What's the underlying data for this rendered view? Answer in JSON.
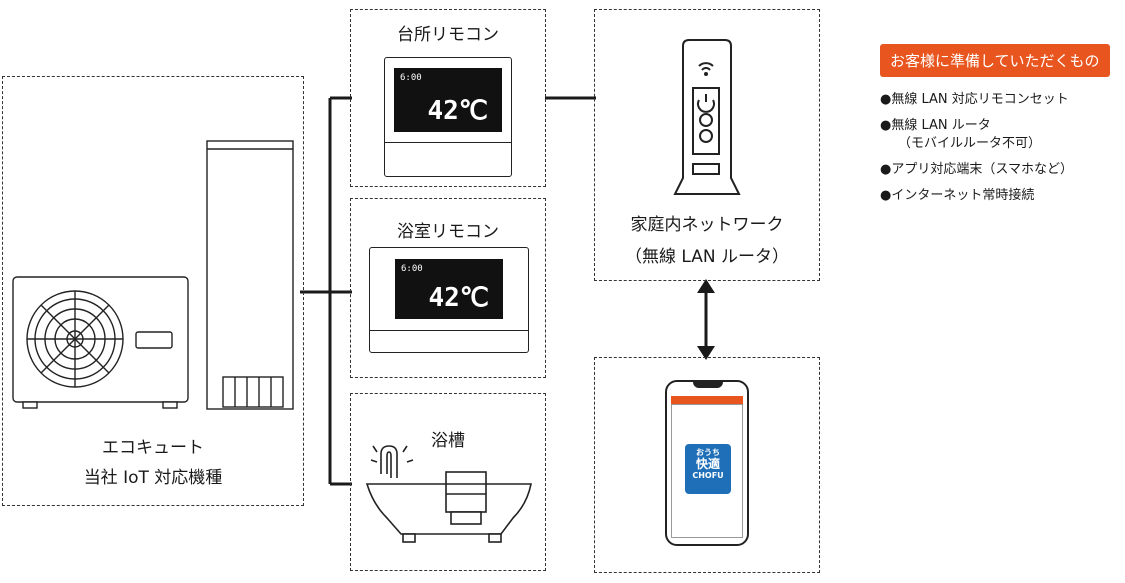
{
  "ecocute": {
    "line1": "エコキュート",
    "line2": "当社 IoT 対応機種"
  },
  "kitchen_remote": {
    "title": "台所リモコン",
    "time": "6:00",
    "temp": "42℃"
  },
  "bath_remote": {
    "title": "浴室リモコン",
    "time": "6:00",
    "temp": "42℃"
  },
  "bathtub": {
    "title": "浴槽"
  },
  "network": {
    "line1": "家庭内ネットワーク",
    "line2": "（無線 LAN ルータ）"
  },
  "app": {
    "line1": "おうち",
    "line2": "快適",
    "line3": "CHOFU"
  },
  "legend": {
    "title": "お客様に準備していただくもの",
    "items": [
      {
        "text": "●無線 LAN 対応リモコンセット",
        "sub": ""
      },
      {
        "text": "●無線 LAN ルータ",
        "sub": "（モバイルルータ不可）"
      },
      {
        "text": "●アプリ対応端末（スマホなど）",
        "sub": ""
      },
      {
        "text": "●インターネット常時接続",
        "sub": ""
      }
    ]
  },
  "colors": {
    "accent": "#e8551e",
    "app_blue": "#1e6fb8",
    "line": "#1a1a1a"
  }
}
